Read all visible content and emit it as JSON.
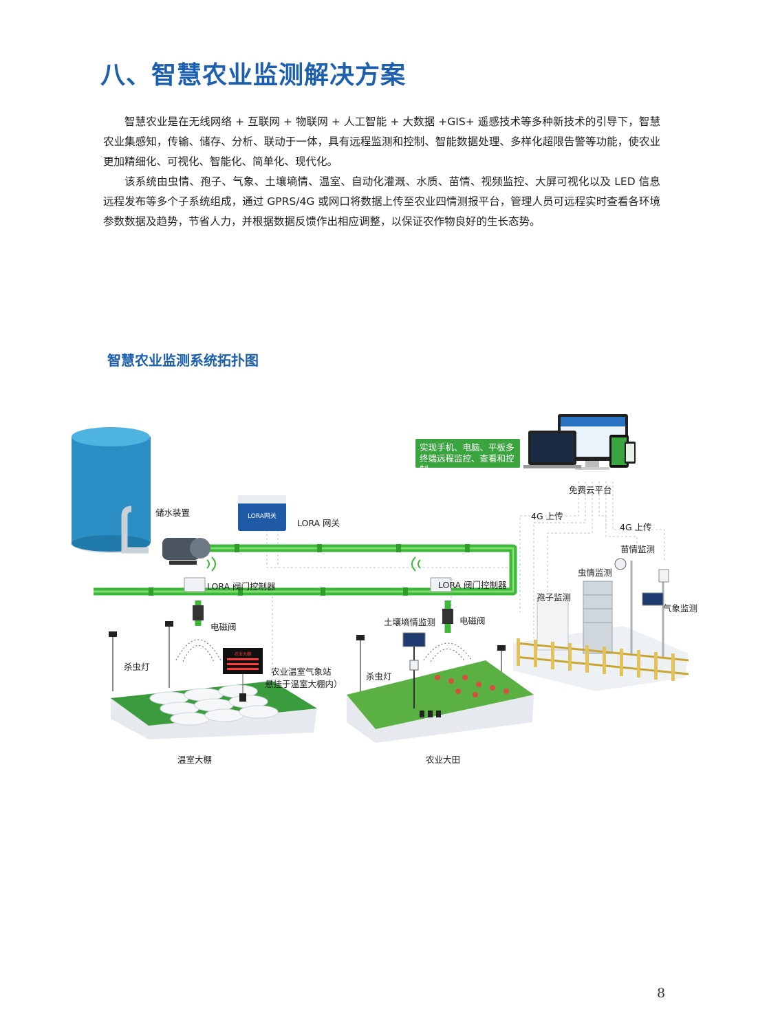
{
  "heading": "八、智慧农业监测解决方案",
  "paragraphs": [
    "智慧农业是在无线网络 + 互联网 + 物联网 + 人工智能 + 大数据 +GIS+ 遥感技术等多种新技术的引导下，智慧农业集感知，传输、储存、分析、联动于一体，具有远程监测和控制、智能数据处理、多样化超限告警等功能，使农业更加精细化、可视化、智能化、简单化、现代化。",
    "该系统由虫情、孢子、气象、土壤墒情、温室、自动化灌溉、水质、苗情、视频监控、大屏可视化以及 LED 信息远程发布等多个子系统组成，通过 GPRS/4G 或网口将数据上传至农业四情测报平台，管理人员可远程实时查看各环境参数数据及趋势，节省人力，并根据数据反馈作出相应调整，以保证农作物良好的生长态势。"
  ],
  "diagram": {
    "title": "智慧农业监测系统拓扑图",
    "labels": {
      "water_storage": "储水装置",
      "lora_gateway": "LORA 网关",
      "lora_valve_controller_1": "LORA 阀门控制器",
      "lora_valve_controller_2": "LORA 阀门控制器",
      "solenoid_valve_1": "电磁阀",
      "solenoid_valve_2": "电磁阀",
      "insect_lamp_1": "杀虫灯",
      "insect_lamp_2": "杀虫灯",
      "greenhouse_station": "农业温室气象站",
      "greenhouse_station_note": "悬挂于温室大棚内）",
      "soil_moisture": "土壤墒情监测",
      "spore_monitor": "孢子监测",
      "pest_monitor": "虫情监测",
      "seedling_monitor": "苗情监测",
      "weather_monitor": "气象监测",
      "upload_4g_1": "4G 上传",
      "upload_4g_2": "4G 上传",
      "cloud_platform": "免费云平台",
      "callout_line1": "实现手机、电脑、平板多",
      "callout_line2": "终端远程监控、查看和控制",
      "greenhouse": "温室大棚",
      "farmland": "农业大田",
      "gateway_device_text": "LORA网关",
      "led_board_text": "农业大棚"
    }
  },
  "page_number": "8",
  "colors": {
    "heading_blue": "#1b5fae",
    "pipe_green": "#3db83a",
    "tank_blue": "#2b8fc6",
    "callout_green": "#3aa43e",
    "field_green": "#3a9c3d"
  }
}
